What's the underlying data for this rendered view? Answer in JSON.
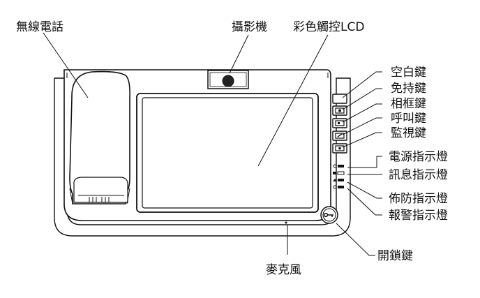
{
  "labels": {
    "wireless_phone": "無線電話",
    "camera": "攝影機",
    "lcd": "彩色觸控LCD",
    "blank_key": "空白鍵",
    "handsfree_key": "免持鍵",
    "photo_key": "相框鍵",
    "call_key": "呼叫鍵",
    "monitor_key": "監視鍵",
    "power_led": "電源指示燈",
    "message_led": "訊息指示燈",
    "arm_led": "佈防指示燈",
    "alarm_led": "報警指示燈",
    "unlock_key": "開鎖鍵",
    "microphone": "麥克風"
  }
}
